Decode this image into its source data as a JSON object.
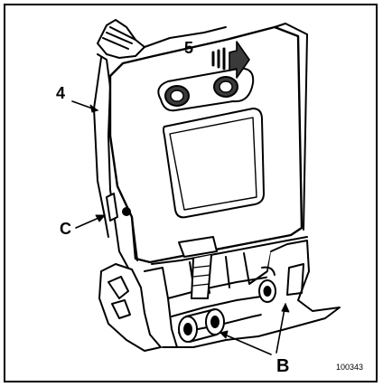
{
  "labels": {
    "part_4": "4",
    "part_5": "5",
    "part_c": "C",
    "part_b": "B"
  },
  "reference_code": "100343",
  "colors": {
    "line": "#000000",
    "panel_fill": "#ffffff",
    "shade": "#3a3a3a"
  }
}
